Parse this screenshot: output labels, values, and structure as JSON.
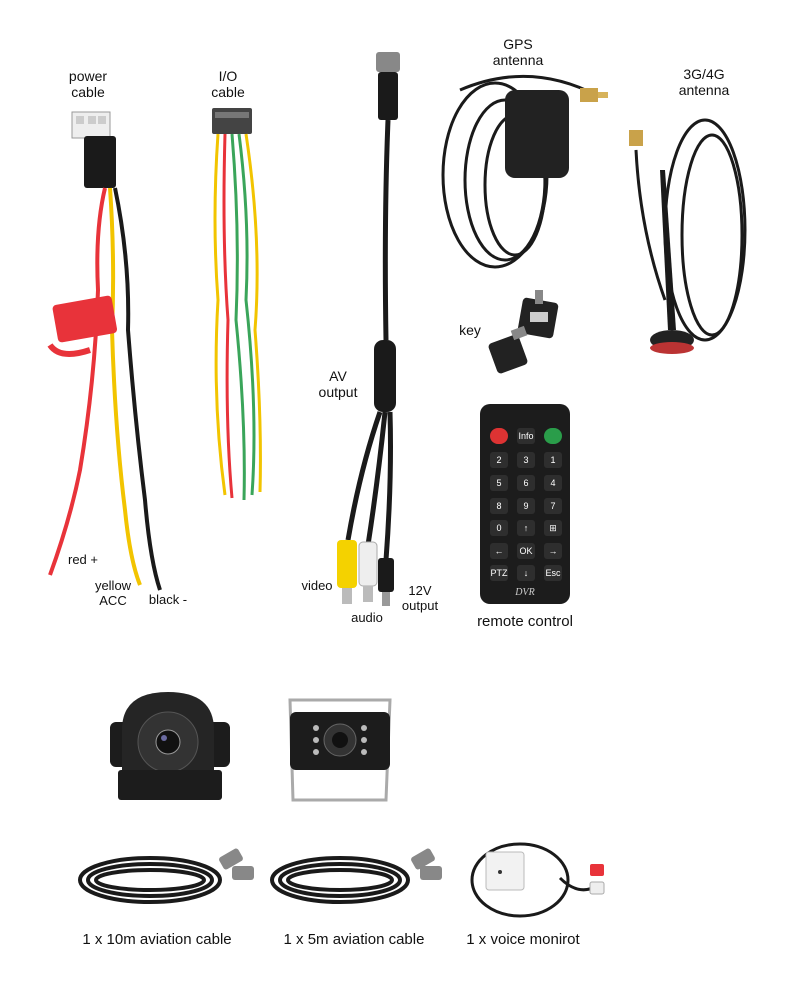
{
  "labels": {
    "power_cable": [
      "power",
      "cable"
    ],
    "io_cable": [
      "I/O",
      "cable"
    ],
    "gps_antenna": [
      "GPS",
      "antenna"
    ],
    "antenna_3g4g": [
      "3G/4G",
      "antenna"
    ],
    "key": "key",
    "av_output": [
      "AV",
      "output"
    ],
    "red": "red +",
    "yellow_acc": [
      "yellow",
      "ACC"
    ],
    "black": "black -",
    "video": "video",
    "audio": "audio",
    "v12_output": [
      "12V",
      "output"
    ],
    "remote_control": "remote control",
    "cable_10m": "1 x 10m aviation cable",
    "cable_5m": "1 x 5m aviation cable",
    "voice_monitor": "1 x voice monirot"
  },
  "remote": {
    "brand": "DVR",
    "keys": [
      [
        "",
        "Info",
        ""
      ],
      [
        "2",
        "3",
        "1"
      ],
      [
        "5",
        "6",
        "4"
      ],
      [
        "8",
        "9",
        "7"
      ],
      [
        "0",
        "↑",
        "⊞"
      ],
      [
        "←",
        "OK",
        "→"
      ],
      [
        "PTZ",
        "↓",
        "Esc"
      ]
    ]
  },
  "colors": {
    "red_wire": "#e8333a",
    "yellow_wire": "#f2c400",
    "black_wire": "#1a1a1a",
    "green_wire": "#3aa55a",
    "device_black": "#1c1c1c",
    "rca_yellow": "#f4d200"
  }
}
